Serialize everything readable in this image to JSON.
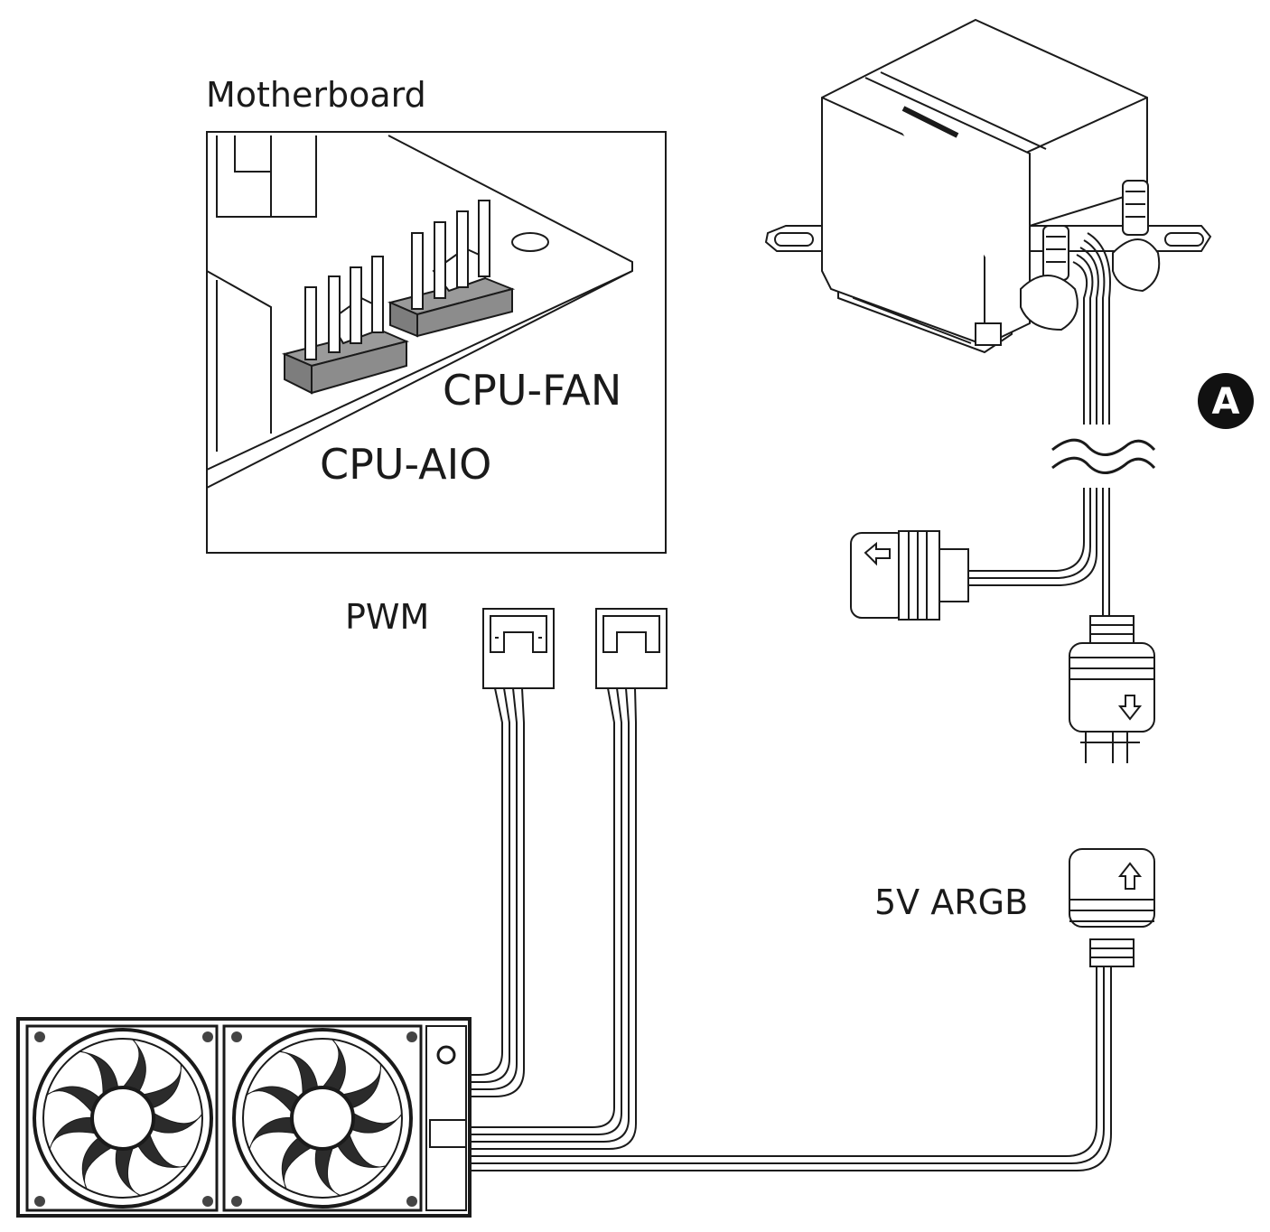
{
  "diagram": {
    "labels": {
      "motherboard": "Motherboard",
      "cpu_fan": "CPU-FAN",
      "cpu_aio": "CPU-AIO",
      "pwm": "PWM",
      "argb": "5V ARGB",
      "callout": "A"
    },
    "colors": {
      "line": "#1a1a1a",
      "header": "#8a8a8a",
      "background": "#ffffff",
      "callout": "#111111"
    }
  }
}
